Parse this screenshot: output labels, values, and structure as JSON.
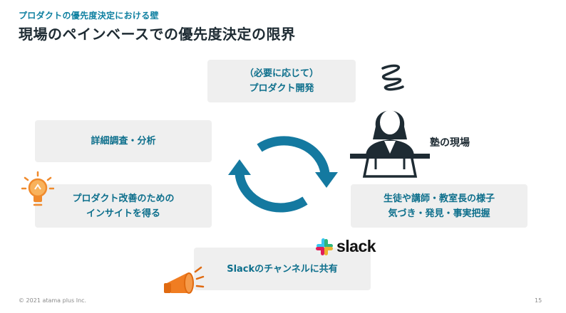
{
  "header": {
    "kicker": "プロダクトの優先度決定における壁",
    "title": "現場のペインベースでの優先度決定の限界"
  },
  "boxes": {
    "dev_line1": "（必要に応じて）",
    "dev_line2": "プロダクト開発",
    "research": "詳細調査・分析",
    "insight_line1": "プロダクト改善のための",
    "insight_line2": "インサイトを得る",
    "observe_line1": "生徒や講師・教室長の様子",
    "observe_line2": "気づき・発見・事実把握",
    "share": "Slackのチャンネルに共有"
  },
  "labels": {
    "school": "塾の現場",
    "slack_logo": "slack"
  },
  "footer": {
    "copyright": "© 2021 atama plus Inc.",
    "page_number": "15"
  },
  "colors": {
    "accent_teal": "#0d7fa0",
    "cycle_arrow": "#1479a0",
    "box_bg": "#efefef",
    "bulb_orange": "#f08a2c",
    "megaphone_orange": "#f07d22"
  },
  "icons": [
    "scribble-icon",
    "person-icon",
    "lightbulb-icon",
    "megaphone-icon",
    "slack-icon",
    "cycle-arrows-icon"
  ]
}
